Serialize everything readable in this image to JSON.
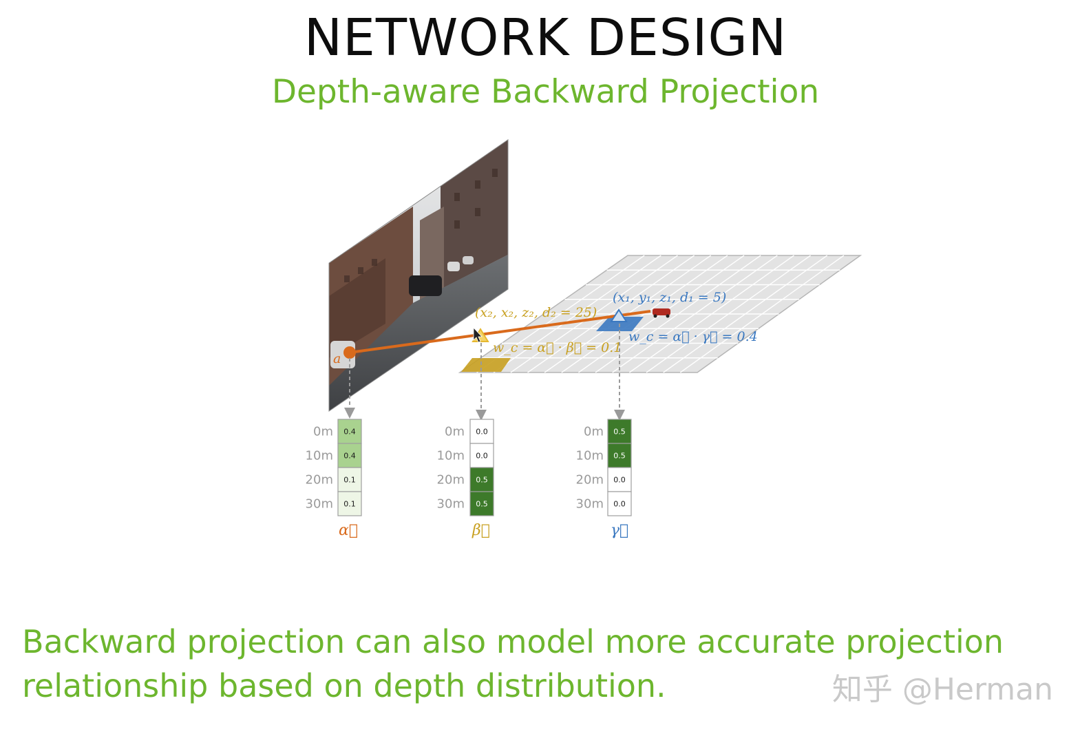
{
  "slide": {
    "title": "NETWORK DESIGN",
    "subtitle": "Depth-aware Backward Projection",
    "caption_lines": [
      "Backward projection can also model more accurate projection",
      "relationship based on depth distribution."
    ],
    "watermark": "知乎 @Herman"
  },
  "diagram": {
    "image_point_label": "a",
    "point1_label": "(x₁, y₁, z₁, d₁ = 5)",
    "point2_label": "(x₂, x₂, z₂, d₂ = 25)",
    "weight1_label": "w_c = α⃗ · γ⃗ = 0.4",
    "weight2_label": "w_c = α⃗ · β⃗ = 0.1",
    "depth_ticks": [
      "0m",
      "10m",
      "20m",
      "30m"
    ],
    "vectors": [
      {
        "label": "α⃗",
        "values": [
          "0.4",
          "0.4",
          "0.1",
          "0.1"
        ],
        "color": "#d96a1c"
      },
      {
        "label": "β⃗",
        "values": [
          "0.0",
          "0.0",
          "0.5",
          "0.5"
        ],
        "color": "#c8a020"
      },
      {
        "label": "γ⃗",
        "values": [
          "0.5",
          "0.5",
          "0.0",
          "0.0"
        ],
        "color": "#3a78c0"
      }
    ],
    "colors": {
      "ray": "#d96a1c",
      "point1": "#3a78c0",
      "point2": "#e6b830",
      "cell_dark": "#3d7a2a",
      "cell_mid": "#a9d28f",
      "cell_light": "#eef6e6",
      "cell_empty": "#ffffff"
    }
  }
}
